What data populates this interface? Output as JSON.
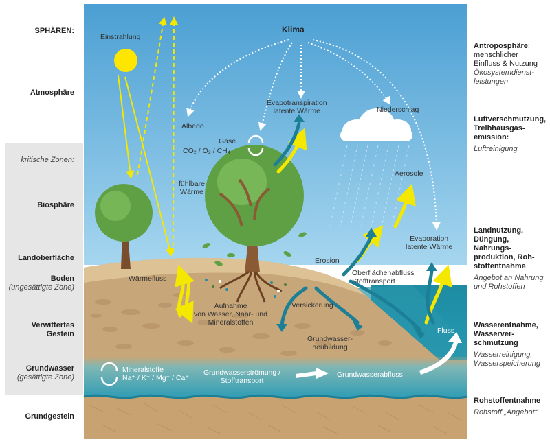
{
  "left": {
    "spheres_title": "SPHÄREN:",
    "atmosphere": "Atmosphäre",
    "critical_zones": "kritische Zonen:",
    "biosphere": "Biosphäre",
    "land_surface": "Landoberfläche",
    "soil": "Boden",
    "soil_sub": "(ungesättigte Zone)",
    "weathered_rock_1": "Verwittertes",
    "weathered_rock_2": "Gestein",
    "groundwater": "Grundwasser",
    "groundwater_sub": "(gesättigte Zone)",
    "bedrock": "Grundgestein"
  },
  "right": {
    "anthro_title": "Antroposphäre",
    "anthro_colon": ":",
    "anthro_text_1": "menschlicher",
    "anthro_text_2": "Einfluss & Nutzung",
    "anthro_service_1": "Ökosystemdienst-",
    "anthro_service_2": "leistungen",
    "air_1": "Luftverschmutzung,",
    "air_2": "Treibhausgas-",
    "air_3": "emission:",
    "air_service": "Luftreinigung",
    "land_1": "Landnutzung,",
    "land_2": "Düngung, Nahrungs-",
    "land_3": "produktion, Roh-",
    "land_4": "stoffentnahme",
    "land_service_1": "Angebot an Nahrung",
    "land_service_2": "und Rohstoffen",
    "water_1": "Wasserentnahme,",
    "water_2": "Wasserver-",
    "water_3": "schmutzung",
    "water_service_1": "Wasserreinigung,",
    "water_service_2": "Wasserspeicherung",
    "raw_1": "Rohstoffentnahme",
    "raw_service": "Rohstoff „Angebot“"
  },
  "diagram": {
    "klima": "Klima",
    "einstrahlung": "Einstrahlung",
    "albedo": "Albedo",
    "gase": "Gase",
    "gase_formula": "CO₂ / O₂ / CH₄",
    "evapotranspiration_1": "Evapotranspiration",
    "evapotranspiration_2": "latente Wärme",
    "niederschlag": "Niederschlag",
    "aerosole": "Aerosole",
    "fuehlbare_1": "fühlbare",
    "fuehlbare_2": "Wärme",
    "evaporation_1": "Evaporation",
    "evaporation_2": "latente Wärme",
    "erosion": "Erosion",
    "waermefluss": "Wärmefluss",
    "oberflaechenabfluss_1": "Oberflächenabfluss",
    "oberflaechenabfluss_2": "Stofftransport",
    "aufnahme_1": "Aufnahme",
    "aufnahme_2": "von Wasser, Nähr- und",
    "aufnahme_3": "Mineralstoffen",
    "versickerung": "Versickerung",
    "gwneubildung_1": "Grundwasser-",
    "gwneubildung_2": "neubildung",
    "fluss": "Fluss",
    "mineralstoffe_1": "Mineralstoffe",
    "mineralstoffe_2": "Na⁺ / K⁺ / Mg⁺ / Ca⁺",
    "gwstroemung_1": "Grundwasserströmung /",
    "gwstroemung_2": "Stofftransport",
    "gwabfluss": "Grundwasserabfluss"
  },
  "colors": {
    "sky_top": "#4b9fd3",
    "sky_bottom": "#9fd2ee",
    "soil": "#c7a679",
    "ground_surface": "#ddc396",
    "groundwater": "#3ea0b5",
    "bedrock": "#c9a272",
    "river": "#1f8aa0",
    "yellow_arrow": "#f5e800",
    "teal_arrow": "#1d7f95",
    "tree_green": "#5fa045",
    "critical_band": "#e6e6e6"
  }
}
